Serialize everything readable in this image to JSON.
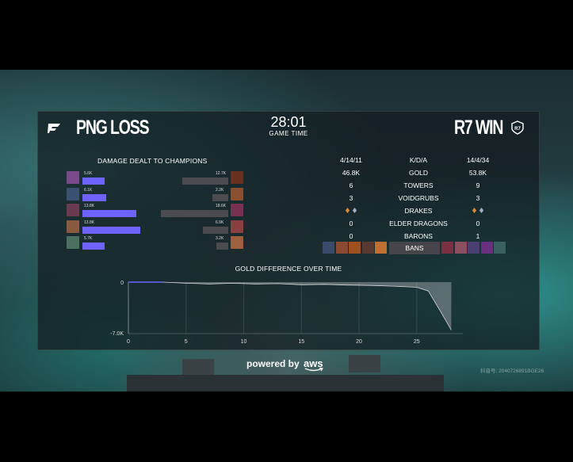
{
  "left_team": {
    "name": "PNG LOSS",
    "kda": "4/14/11",
    "gold": "46.8K",
    "towers": "6",
    "voidgrubs": "3",
    "elder_dragons": "0",
    "barons": "0"
  },
  "right_team": {
    "name": "R7 WIN",
    "kda": "14/4/34",
    "gold": "53.8K",
    "towers": "9",
    "voidgrubs": "3",
    "elder_dragons": "0",
    "barons": "1"
  },
  "game_time": {
    "value": "28:01",
    "label": "GAME TIME"
  },
  "damage": {
    "title": "DAMAGE DEALT TO CHAMPIONS",
    "left": [
      {
        "label": "5.6K",
        "value": 5.6,
        "color": "#7a4a8a"
      },
      {
        "label": "6.1K",
        "value": 6.1,
        "color": "#3a5070"
      },
      {
        "label": "13.8K",
        "value": 13.8,
        "color": "#6a3a50"
      },
      {
        "label": "13.8K",
        "value": 14.8,
        "color": "#8a5a40"
      },
      {
        "label": "5.7K",
        "value": 5.7,
        "color": "#4a7060"
      }
    ],
    "right": [
      {
        "label": "12.7K",
        "value": 12.7,
        "color": "#6a3020"
      },
      {
        "label": "2.2K",
        "value": 4.3,
        "color": "#8a5030"
      },
      {
        "label": "18.6K",
        "value": 18.6,
        "color": "#7a3050"
      },
      {
        "label": "6.9K",
        "value": 6.9,
        "color": "#8a4040"
      },
      {
        "label": "3.2K",
        "value": 3.2,
        "color": "#a06040"
      }
    ]
  },
  "stats": {
    "kda_label": "K/D/A",
    "gold_label": "GOLD",
    "towers_label": "TOWERS",
    "voidgrubs_label": "VOIDGRUBS",
    "drakes_label": "DRAKES",
    "elder_label": "ELDER DRAGONS",
    "barons_label": "BARONS",
    "bans_label": "BANS"
  },
  "drakes": {
    "left": [
      "#e08a30",
      "#9fb0c8"
    ],
    "right": [
      "#e08a30",
      "#9fb0c8"
    ]
  },
  "bans": {
    "left": [
      "#3a4a6a",
      "#8a4a30",
      "#a05020",
      "#5a3a30",
      "#c07030"
    ],
    "right": [
      "#7a3040",
      "#8a5060",
      "#4a4070",
      "#6a3080",
      "#3a6060"
    ]
  },
  "gold_chart": {
    "title": "GOLD DIFFERENCE OVER TIME",
    "y_top_label": "0",
    "y_bottom_label": "-7.0K",
    "x_ticks": [
      "0",
      "5",
      "10",
      "15",
      "20",
      "25"
    ],
    "x_tick_values": [
      0,
      5,
      10,
      15,
      20,
      25
    ],
    "x_max": 29,
    "y_min": -7000,
    "y_max": 0,
    "points": [
      [
        0,
        0
      ],
      [
        3,
        0
      ],
      [
        5,
        -150
      ],
      [
        7,
        -250
      ],
      [
        9,
        -150
      ],
      [
        11,
        -250
      ],
      [
        13,
        -200
      ],
      [
        15,
        -350
      ],
      [
        17,
        -300
      ],
      [
        19,
        -400
      ],
      [
        21,
        -450
      ],
      [
        23,
        -550
      ],
      [
        25,
        -700
      ],
      [
        26,
        -1200
      ],
      [
        27,
        -3800
      ],
      [
        28,
        -6500
      ]
    ]
  },
  "footer": {
    "powered": "powered by",
    "aws": "aws",
    "watermark": "抖音号: 2040726891BGE26"
  }
}
